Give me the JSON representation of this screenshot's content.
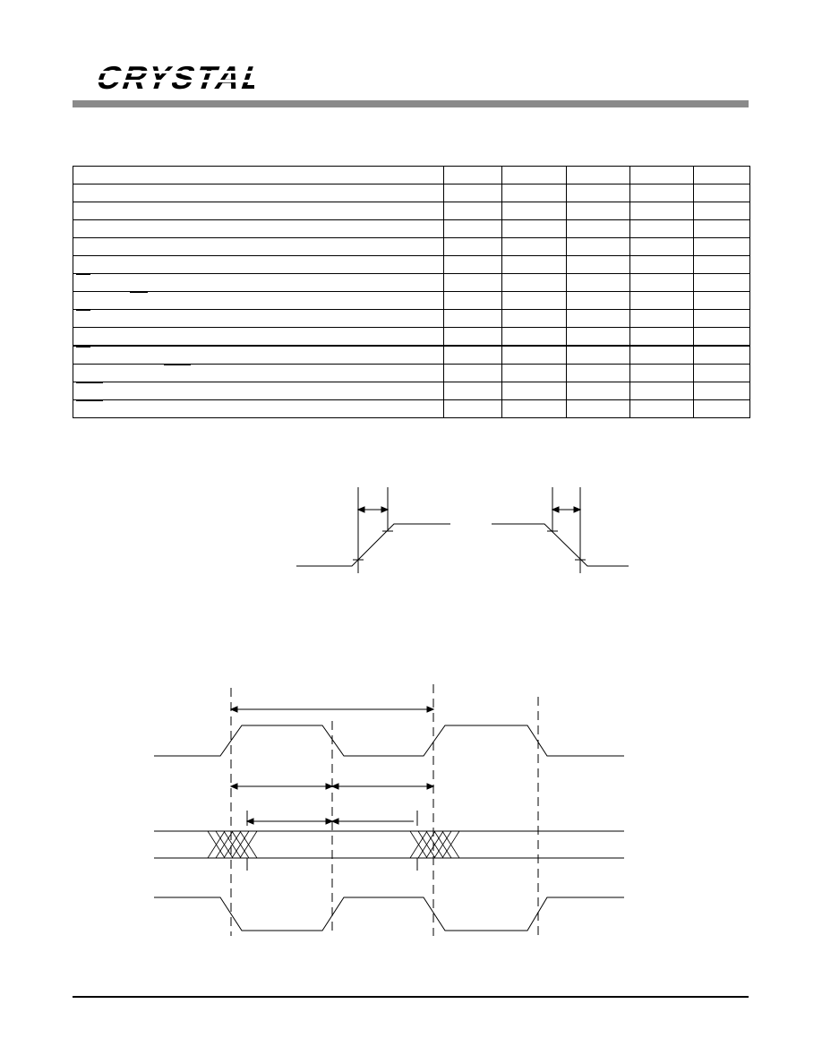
{
  "header": {
    "logo": {
      "text": "CRYSTAL",
      "kind": "brand-logo"
    },
    "rule_color": "#8a8a8a"
  },
  "spec_table": {
    "columns": 6,
    "row_count": 14,
    "overbar_marks": [
      {
        "row": 6,
        "col": 0,
        "kind": "overbar-at-start"
      },
      {
        "row": 7,
        "col": 0,
        "kind": "overbar-mid"
      },
      {
        "row": 8,
        "col": 0,
        "kind": "overbar-at-start"
      },
      {
        "row": 10,
        "col": 0,
        "kind": "overbar-at-start"
      },
      {
        "row": 11,
        "col": 0,
        "kind": "overbar-mid"
      },
      {
        "row": 12,
        "col": 0,
        "kind": "overbar-at-start-wide"
      },
      {
        "row": 13,
        "col": 0,
        "kind": "overbar-at-start-wide"
      }
    ],
    "thick_border_before_row": 10
  },
  "rise_fall_diagram": {
    "edges": [
      "rising",
      "falling"
    ]
  },
  "timing_diagram": {
    "signals": [
      "clock",
      "data-bus",
      "inverted-clock"
    ]
  },
  "colors": {
    "ink": "#000000",
    "header_rule": "#8a8a8a"
  }
}
